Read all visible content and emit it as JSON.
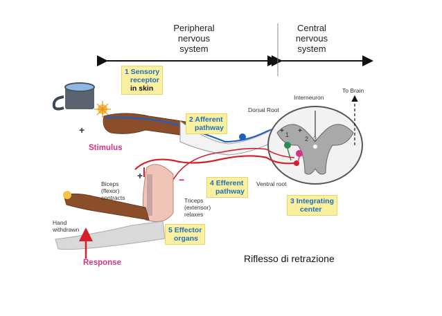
{
  "header": {
    "peripheral": [
      "Peripheral",
      "nervous",
      "system"
    ],
    "central": [
      "Central",
      "nervous",
      "system"
    ]
  },
  "steps": {
    "s1": [
      "1 Sensory",
      "receptor",
      "in skin"
    ],
    "s2": [
      "2 Afferent",
      "pathway"
    ],
    "s3": [
      "3 Integrating",
      "center"
    ],
    "s4": [
      "4 Efferent",
      "pathway"
    ],
    "s5": [
      "5 Effector",
      "organs"
    ]
  },
  "labels": {
    "stimulus": "Stimulus",
    "response": "Response",
    "dorsal_root": "Dorsal Root",
    "interneuron": "Interneuron",
    "to_brain": "To Brain",
    "ventral_root": "Ventral root",
    "biceps": [
      "Biceps",
      "(flexor)",
      "contracts"
    ],
    "triceps": [
      "Triceps",
      "(extensor)",
      "relaxes"
    ],
    "hand_withdrawn": [
      "Hand",
      "withdrawn"
    ],
    "plus": "+",
    "minus": "−",
    "n1": "1",
    "n2": "2",
    "n3": "3"
  },
  "caption": "Riflesso di retrazione",
  "colors": {
    "afferent": "#1f5fbf",
    "efferent": "#d21f2a",
    "step_box": "#fbf0a0",
    "step_text": "#1f6fb5",
    "highlight": "#d63384",
    "spinal_gray": "#a9a9a9"
  }
}
